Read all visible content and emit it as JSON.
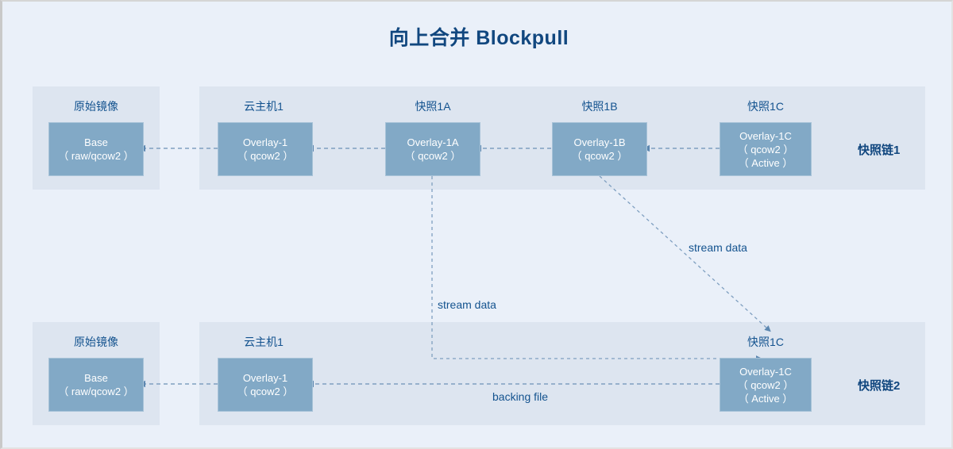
{
  "title": "向上合并 Blockpull",
  "colors": {
    "page_background": "#eaf0f9",
    "panel_background": "#dde5f0",
    "node_fill": "#82a9c6",
    "node_text": "#ffffff",
    "accent_text": "#11477f",
    "label_text": "#14538f",
    "wire": "#7f9fc0"
  },
  "chains": [
    {
      "chain_label": "快照链1",
      "groups": [
        {
          "group_label": "原始镜像",
          "node": {
            "lines": [
              "Base",
              "（ raw/qcow2 ）"
            ]
          }
        },
        {
          "group_label": "云主机1",
          "node": {
            "lines": [
              "Overlay-1",
              "（ qcow2 ）"
            ]
          }
        },
        {
          "group_label": "快照1A",
          "node": {
            "lines": [
              "Overlay-1A",
              "（ qcow2 ）"
            ]
          }
        },
        {
          "group_label": "快照1B",
          "node": {
            "lines": [
              "Overlay-1B",
              "（ qcow2 ）"
            ]
          }
        },
        {
          "group_label": "快照1C",
          "node": {
            "lines": [
              "Overlay-1C",
              "（ qcow2 ）",
              "（ Active ）"
            ]
          }
        }
      ]
    },
    {
      "chain_label": "快照链2",
      "groups": [
        {
          "group_label": "原始镜像",
          "node": {
            "lines": [
              "Base",
              "（ raw/qcow2 ）"
            ]
          }
        },
        {
          "group_label": "云主机1",
          "node": {
            "lines": [
              "Overlay-1",
              "（ qcow2 ）"
            ]
          }
        },
        {
          "group_label": "快照1C",
          "node": {
            "lines": [
              "Overlay-1C",
              "（ qcow2 ）",
              "（ Active ）"
            ]
          }
        }
      ]
    }
  ],
  "edges": {
    "stream_data_left": "stream data",
    "stream_data_right": "stream data",
    "backing_file": "backing file"
  }
}
